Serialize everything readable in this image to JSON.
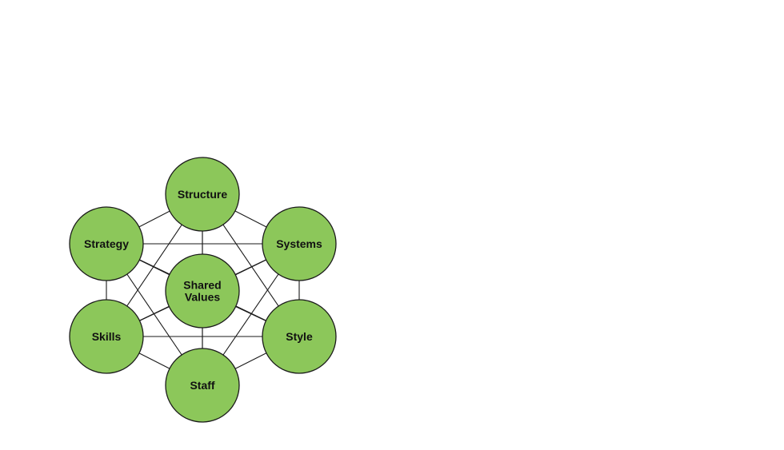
{
  "diagram": {
    "colors": {
      "node_fill": "#8cc75a",
      "node_stroke": "#1a1a1a",
      "link": "#1a1a1a",
      "text": "#111111"
    },
    "nodes": [
      {
        "id": "structure",
        "lines": [
          "Structure"
        ]
      },
      {
        "id": "strategy",
        "lines": [
          "Strategy"
        ]
      },
      {
        "id": "systems",
        "lines": [
          "Systems"
        ]
      },
      {
        "id": "shared-values",
        "lines": [
          "Shared",
          "Values"
        ]
      },
      {
        "id": "skills",
        "lines": [
          "Skills"
        ]
      },
      {
        "id": "style",
        "lines": [
          "Style"
        ]
      },
      {
        "id": "staff",
        "lines": [
          "Staff"
        ]
      }
    ],
    "edges": [
      [
        "structure",
        "strategy"
      ],
      [
        "structure",
        "systems"
      ],
      [
        "structure",
        "skills"
      ],
      [
        "structure",
        "style"
      ],
      [
        "structure",
        "staff"
      ],
      [
        "structure",
        "shared-values"
      ],
      [
        "strategy",
        "systems"
      ],
      [
        "strategy",
        "skills"
      ],
      [
        "strategy",
        "style"
      ],
      [
        "strategy",
        "staff"
      ],
      [
        "strategy",
        "shared-values"
      ],
      [
        "systems",
        "skills"
      ],
      [
        "systems",
        "style"
      ],
      [
        "systems",
        "staff"
      ],
      [
        "systems",
        "shared-values"
      ],
      [
        "skills",
        "style"
      ],
      [
        "skills",
        "staff"
      ],
      [
        "skills",
        "shared-values"
      ],
      [
        "style",
        "staff"
      ],
      [
        "style",
        "shared-values"
      ],
      [
        "staff",
        "shared-values"
      ]
    ]
  }
}
